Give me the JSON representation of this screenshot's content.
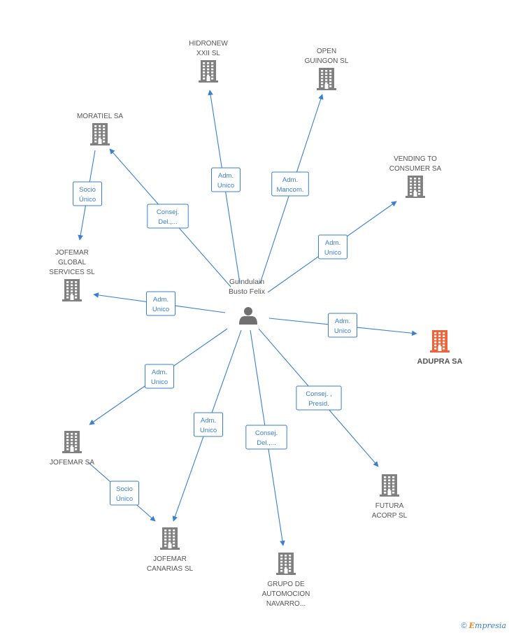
{
  "person": {
    "label_lines": [
      "Guindulain",
      "Busto Felix"
    ],
    "icon": "person-icon"
  },
  "companies": [
    {
      "id": "hidronew",
      "label_lines": [
        "HIDRONEW",
        "XXII SL"
      ],
      "highlight": false,
      "label_pos": "above"
    },
    {
      "id": "open",
      "label_lines": [
        "OPEN",
        "GUINGON SL"
      ],
      "highlight": false,
      "label_pos": "above"
    },
    {
      "id": "moratiel",
      "label_lines": [
        "MORATIEL SA"
      ],
      "highlight": false,
      "label_pos": "above"
    },
    {
      "id": "vending",
      "label_lines": [
        "VENDING TO",
        "CONSUMER SA"
      ],
      "highlight": false,
      "label_pos": "above"
    },
    {
      "id": "jofemar_global",
      "label_lines": [
        "JOFEMAR",
        "GLOBAL",
        "SERVICES SL"
      ],
      "highlight": false,
      "label_pos": "above"
    },
    {
      "id": "adupra",
      "label_lines": [
        "ADUPRA SA"
      ],
      "highlight": true,
      "label_pos": "below"
    },
    {
      "id": "jofemar",
      "label_lines": [
        "JOFEMAR SA"
      ],
      "highlight": false,
      "label_pos": "below"
    },
    {
      "id": "futura",
      "label_lines": [
        "FUTURA",
        "ACORP SL"
      ],
      "highlight": false,
      "label_pos": "below"
    },
    {
      "id": "jofemar_canarias",
      "label_lines": [
        "JOFEMAR",
        "CANARIAS SL"
      ],
      "highlight": false,
      "label_pos": "below"
    },
    {
      "id": "grupo",
      "label_lines": [
        "GRUPO DE",
        "AUTOMOCION",
        "NAVARRO..."
      ],
      "highlight": false,
      "label_pos": "below"
    }
  ],
  "edges": [
    {
      "from": "person",
      "to": "hidronew",
      "label_lines": [
        "Adm.",
        "Unico"
      ]
    },
    {
      "from": "person",
      "to": "open",
      "label_lines": [
        "Adm.",
        "Mancom."
      ]
    },
    {
      "from": "person",
      "to": "moratiel",
      "label_lines": [
        "Consej.",
        "Del.,..."
      ]
    },
    {
      "from": "person",
      "to": "vending",
      "label_lines": [
        "Adm.",
        "Unico"
      ]
    },
    {
      "from": "person",
      "to": "jofemar_global",
      "label_lines": [
        "Adm.",
        "Unico"
      ]
    },
    {
      "from": "person",
      "to": "adupra",
      "label_lines": [
        "Adm.",
        "Unico"
      ]
    },
    {
      "from": "person",
      "to": "jofemar",
      "label_lines": [
        "Adm.",
        "Unico"
      ]
    },
    {
      "from": "person",
      "to": "futura",
      "label_lines": [
        "Consej. ,",
        "Presid."
      ]
    },
    {
      "from": "person",
      "to": "jofemar_canarias",
      "label_lines": [
        "Adm.",
        "Unico"
      ]
    },
    {
      "from": "person",
      "to": "grupo",
      "label_lines": [
        "Consej.",
        "Del.,..."
      ]
    },
    {
      "from": "moratiel",
      "to": "jofemar_global",
      "label_lines": [
        "Socio",
        "Único"
      ]
    },
    {
      "from": "jofemar",
      "to": "jofemar_canarias",
      "label_lines": [
        "Socio",
        "Único"
      ]
    }
  ],
  "colors": {
    "edge": "#3a7fd0",
    "building": "#808080",
    "highlight": "#f0623a",
    "label_border": "#3a7fd0"
  },
  "brand": {
    "copyright": "©",
    "e": "E",
    "rest": "mpresia"
  }
}
